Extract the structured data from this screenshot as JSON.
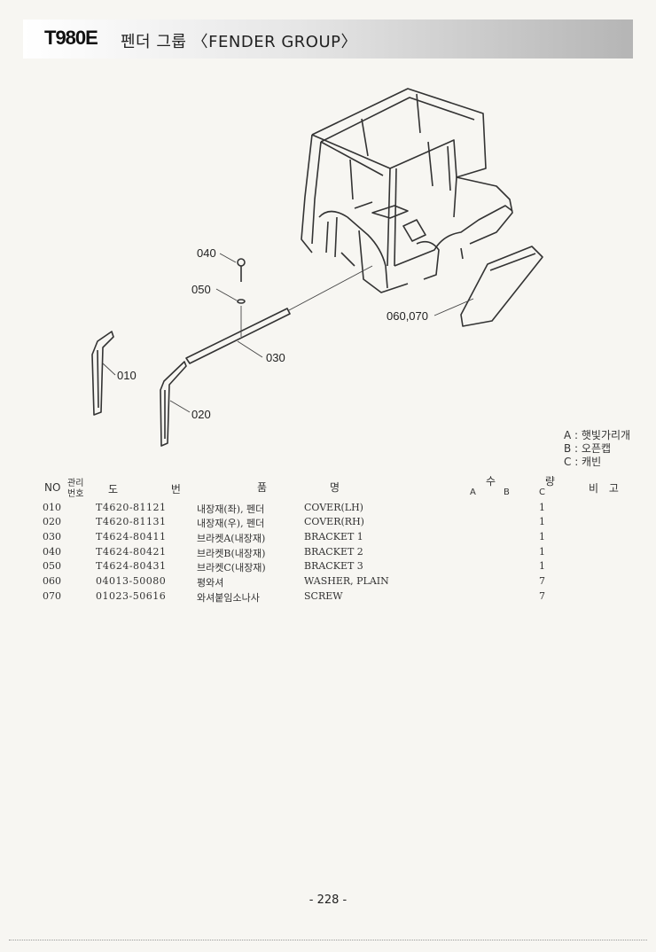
{
  "header": {
    "model": "T980E",
    "title": "펜더 그룹 〈FENDER GROUP〉"
  },
  "callouts": {
    "c040": "040",
    "c050": "050",
    "c030": "030",
    "c010": "010",
    "c020": "020",
    "c060_070": "060,070"
  },
  "legend": {
    "a": "A : 햇빛가리개",
    "b": "B : 오픈캡",
    "c": "C : 캐빈"
  },
  "table_header": {
    "no": "NO",
    "mgmt1": "관리",
    "mgmt2": "번호",
    "drawing": "도 번",
    "name_kr": "품",
    "name_en": "명",
    "qty": "수 량",
    "qa": "A",
    "qb": "B",
    "qc": "C",
    "remarks": "비 고"
  },
  "rows": [
    {
      "no": "010",
      "part": "T4620-81121",
      "kr": "내장재(좌), 펜더",
      "en": "COVER(LH)",
      "qty": "1"
    },
    {
      "no": "020",
      "part": "T4620-81131",
      "kr": "내장재(우), 펜더",
      "en": "COVER(RH)",
      "qty": "1"
    },
    {
      "no": "030",
      "part": "T4624-80411",
      "kr": "브라켓A(내장재)",
      "en": "BRACKET 1",
      "qty": "1"
    },
    {
      "no": "040",
      "part": "T4624-80421",
      "kr": "브라켓B(내장재)",
      "en": "BRACKET 2",
      "qty": "1"
    },
    {
      "no": "050",
      "part": "T4624-80431",
      "kr": "브라켓C(내장재)",
      "en": "BRACKET 3",
      "qty": "1"
    },
    {
      "no": "060",
      "part": "04013-50080",
      "kr": "평와셔",
      "en": "WASHER, PLAIN",
      "qty": "7"
    },
    {
      "no": "070",
      "part": "01023-50616",
      "kr": "와셔붙임소나사",
      "en": "SCREW",
      "qty": "7"
    }
  ],
  "page_number": "- 228 -"
}
